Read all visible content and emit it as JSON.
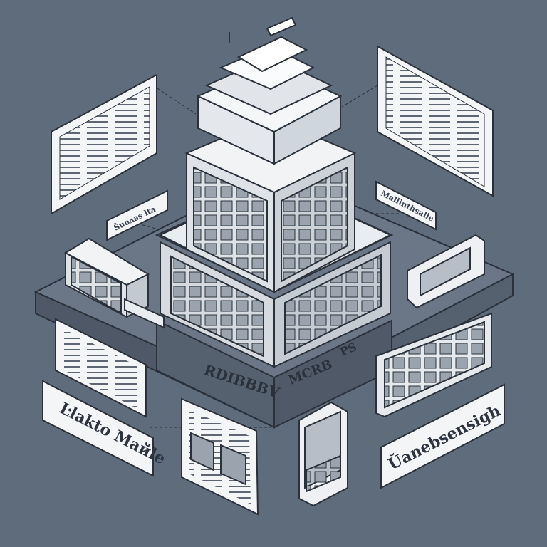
{
  "labels": {
    "left_sign": "Ŀlakto Майle",
    "right_sign": "Ŭanebsensigh",
    "left_tag": "Ŝuoʌas lta",
    "right_tag": "Mallinthsalle",
    "base_left": "RDIBBBV",
    "base_right": "MCRB",
    "base_right2": "PS"
  },
  "colors": {
    "background": "#5f6c7b",
    "line": "#2a313b",
    "panel": "#eef0f3",
    "shade": "#b7bec8"
  }
}
